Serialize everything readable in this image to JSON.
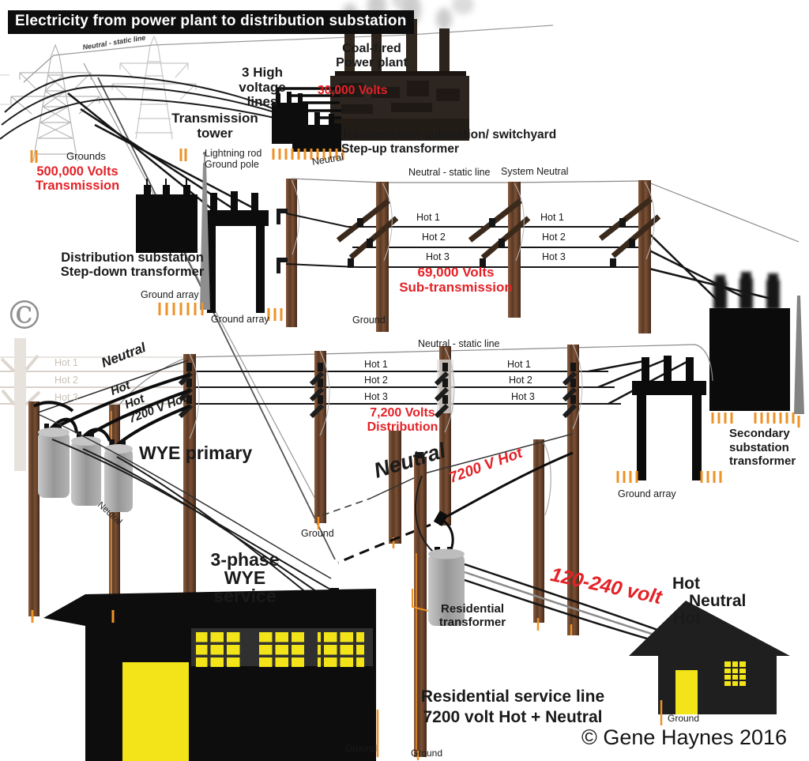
{
  "title": "Electricity from power plant to distribution substation",
  "copyright": "© Gene Haynes 2016",
  "copyright_mark": "©",
  "colors": {
    "label_red": "#e32227",
    "ground_orange": "#ee9227",
    "window_yellow": "#f2e418",
    "pole_brown": "#6e4b32"
  },
  "labels": {
    "neutral_static_line": "Neutral - static line",
    "system_neutral": "System Neutral",
    "high_voltage_lines": "3 High voltage\nlines",
    "coal_plant": "Coal-fired\nPower plant",
    "volts_30000": "30,000 Volts",
    "transmission_tower": "Transmission\ntower",
    "grounds": "Grounds",
    "volts_500000": "500,000 Volts\nTransmission",
    "lightning_rod": "Lightning rod\nGround pole",
    "transmission_substation": "Transmission substation/ switchyard\nStep-up transformer",
    "neutral": "Neutral",
    "hot": "Hot",
    "hot1": "Hot 1",
    "hot2": "Hot 2",
    "hot3": "Hot 3",
    "distribution_substation": "Distribution substation\nStep-down transformer",
    "ground_array": "Ground array",
    "volts_69000": "69,000 Volts\nSub-transmission",
    "ground": "Ground",
    "volts_7200_distribution": "7,200 Volts\nDistribution",
    "secondary_substation": "Secondary\nsubstation\ntransformer",
    "wye_primary": "WYE primary",
    "hot_7200v": "7200 V Hot",
    "three_phase_wye": "3-phase\nWYE service",
    "residential_transformer": "Residential\ntransformer",
    "volt_120_240": "120-240 volt",
    "residential_service": "Residential service line\n7200 volt Hot + Neutral"
  }
}
